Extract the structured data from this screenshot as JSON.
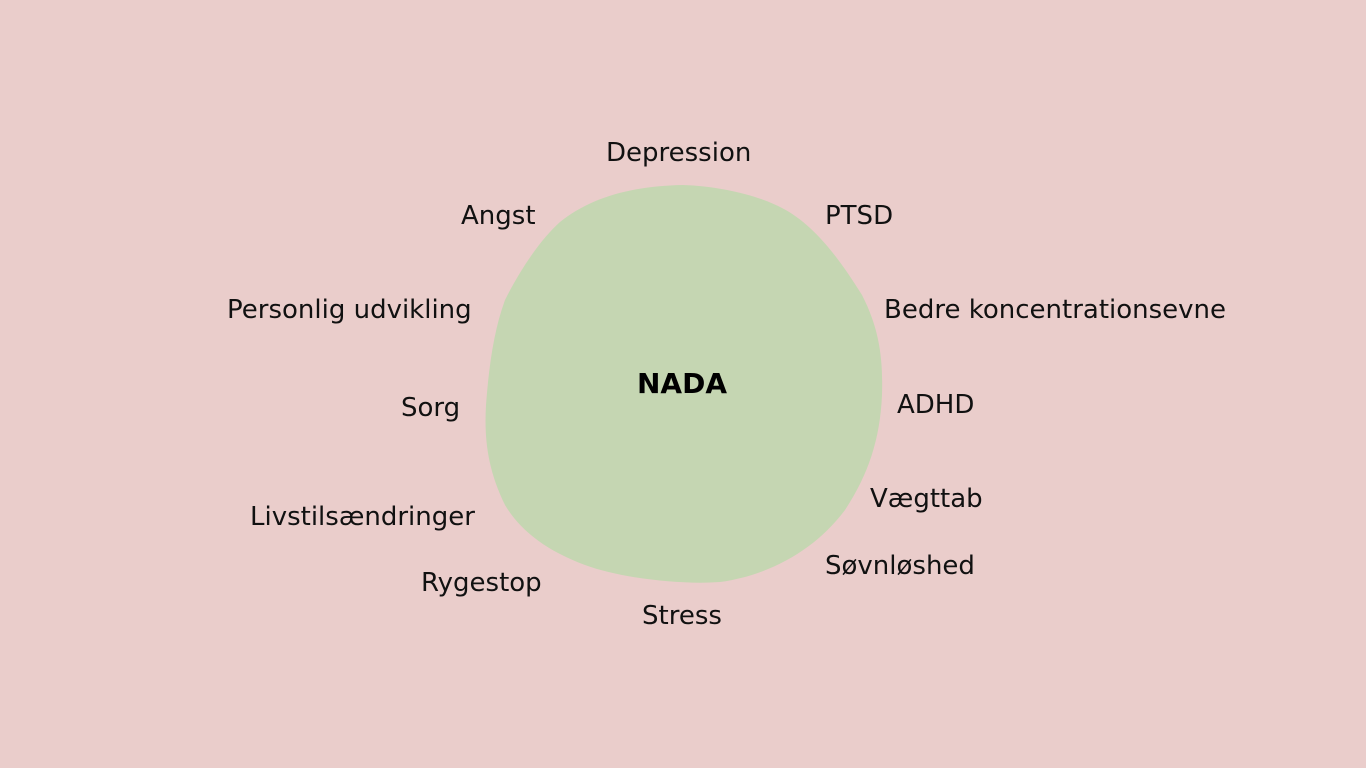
{
  "colors": {
    "background": "#eacdcb",
    "blob": "#c5d6b2",
    "text": "#111111"
  },
  "diagram": {
    "center": "NADA",
    "labels": {
      "depression": "Depression",
      "ptsd": "PTSD",
      "bedre": "Bedre koncentrationsevne",
      "adhd": "ADHD",
      "vaegttab": "Vægttab",
      "soevnloeshed": "Søvnløshed",
      "stress": "Stress",
      "rygestop": "Rygestop",
      "livstil": "Livstilsændringer",
      "sorg": "Sorg",
      "personlig": "Personlig udvikling",
      "angst": "Angst"
    }
  }
}
